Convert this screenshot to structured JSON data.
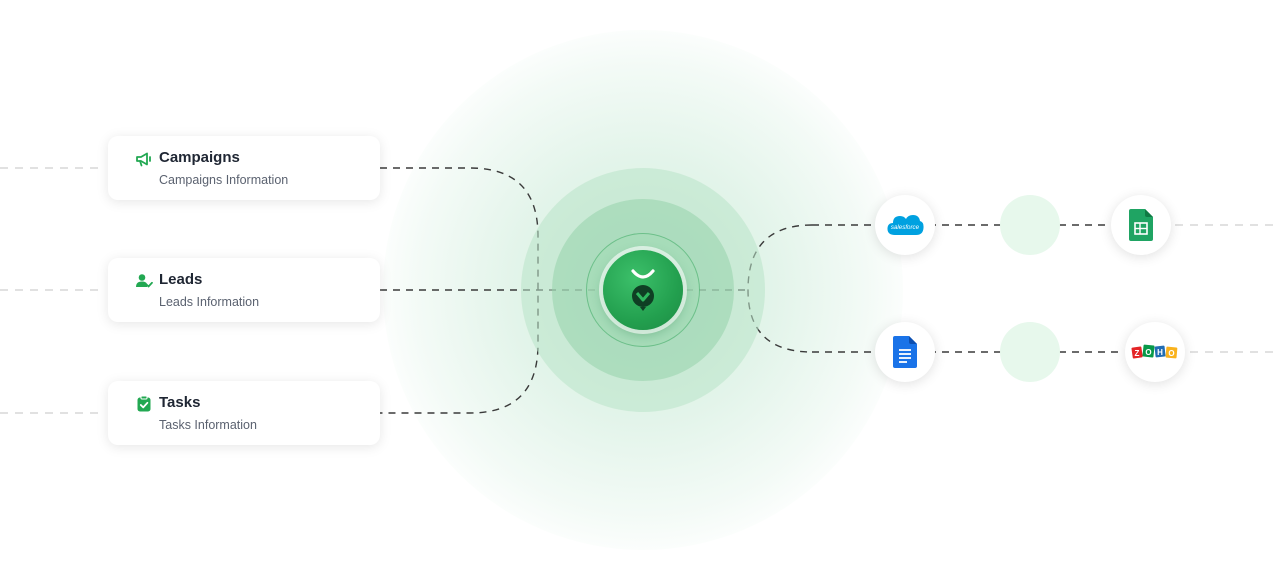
{
  "cards": [
    {
      "title": "Campaigns",
      "subtitle": "Campaigns Information",
      "icon": "megaphone-icon"
    },
    {
      "title": "Leads",
      "subtitle": "Leads Information",
      "icon": "user-check-icon"
    },
    {
      "title": "Tasks",
      "subtitle": "Tasks Information",
      "icon": "clipboard-check-icon"
    }
  ],
  "hub": {
    "icon": "app-logo-icon"
  },
  "integrations": [
    {
      "name": "salesforce",
      "label": "salesforce",
      "icon": "salesforce-cloud-icon",
      "color": "#00a1e0"
    },
    {
      "name": "google-sheets",
      "icon": "google-sheets-icon",
      "color": "#1fa463"
    },
    {
      "name": "google-docs",
      "icon": "google-docs-icon",
      "color": "#1a73e8"
    },
    {
      "name": "zoho",
      "label": "ZOHO",
      "icon": "zoho-logo-icon",
      "letters": [
        "Z",
        "O",
        "H",
        "O"
      ]
    }
  ],
  "colors": {
    "accent": "#22a852",
    "placeholder": "#e7f8ec",
    "line": "#444444"
  }
}
